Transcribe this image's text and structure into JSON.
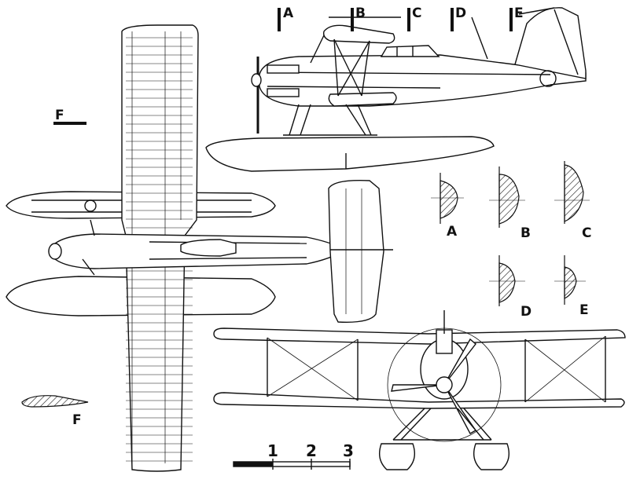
{
  "section_markers": [
    "A",
    "B",
    "C",
    "D",
    "E"
  ],
  "wing_section_label": "F",
  "airfoil_label": "F",
  "cross_sections": [
    {
      "label": "A"
    },
    {
      "label": "B"
    },
    {
      "label": "C"
    },
    {
      "label": "D"
    },
    {
      "label": "E"
    }
  ],
  "scale_bar": {
    "ticks": [
      "1",
      "2",
      "3"
    ]
  }
}
